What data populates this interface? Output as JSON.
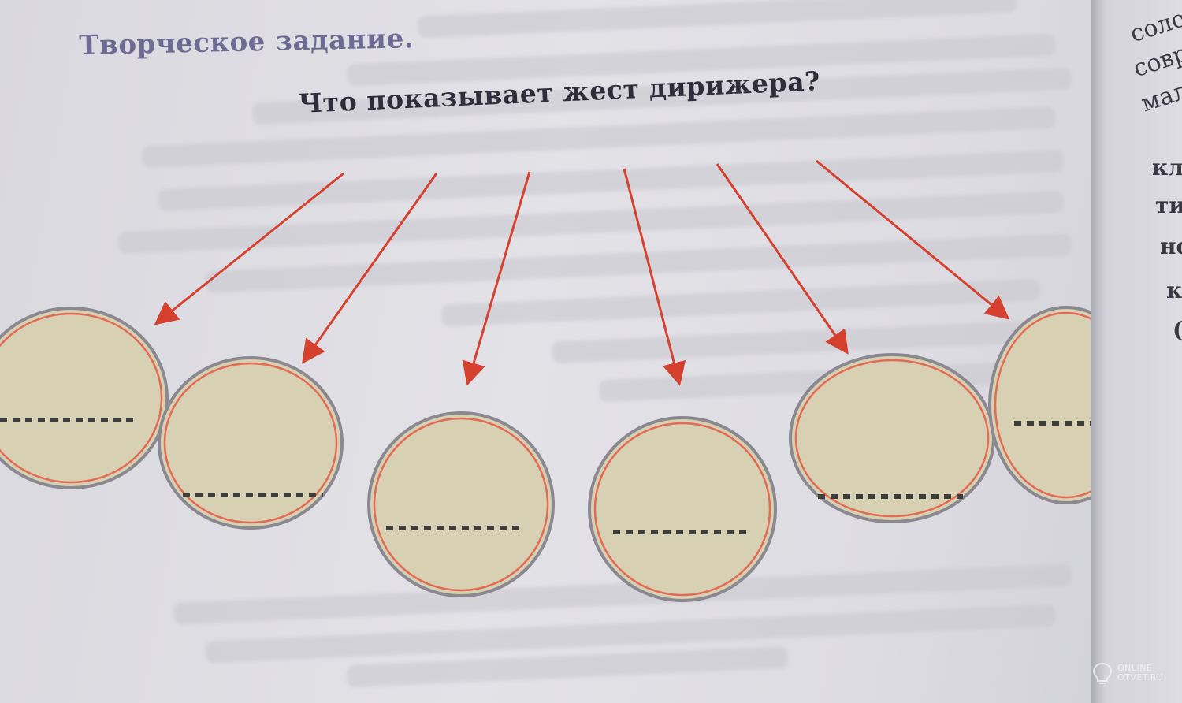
{
  "page": {
    "section_title": "Творческое задание.",
    "question": "Что показывает жест дирижера?"
  },
  "next_page_fragments": {
    "top": [
      "соло",
      "совр",
      "мал"
    ],
    "middle": [
      "кла",
      "ти",
      "но",
      "к",
      "("
    ]
  },
  "answer_circles": [
    {
      "blank": "........"
    },
    {
      "blank": "........"
    },
    {
      "blank": "........"
    },
    {
      "blank": "........"
    },
    {
      "blank": "........"
    },
    {
      "blank": "........"
    }
  ],
  "watermark": {
    "line1": "ONLINE",
    "line2": "OTVET.RU"
  },
  "colors": {
    "arrow": "#d6402e",
    "circle_fill": "#d8d0b2",
    "circle_inner_ring": "#e36a55",
    "circle_outer_ring": "#8a8890",
    "title_color": "#6e6a93"
  },
  "icons": {
    "watermark": "lightbulb-icon"
  }
}
